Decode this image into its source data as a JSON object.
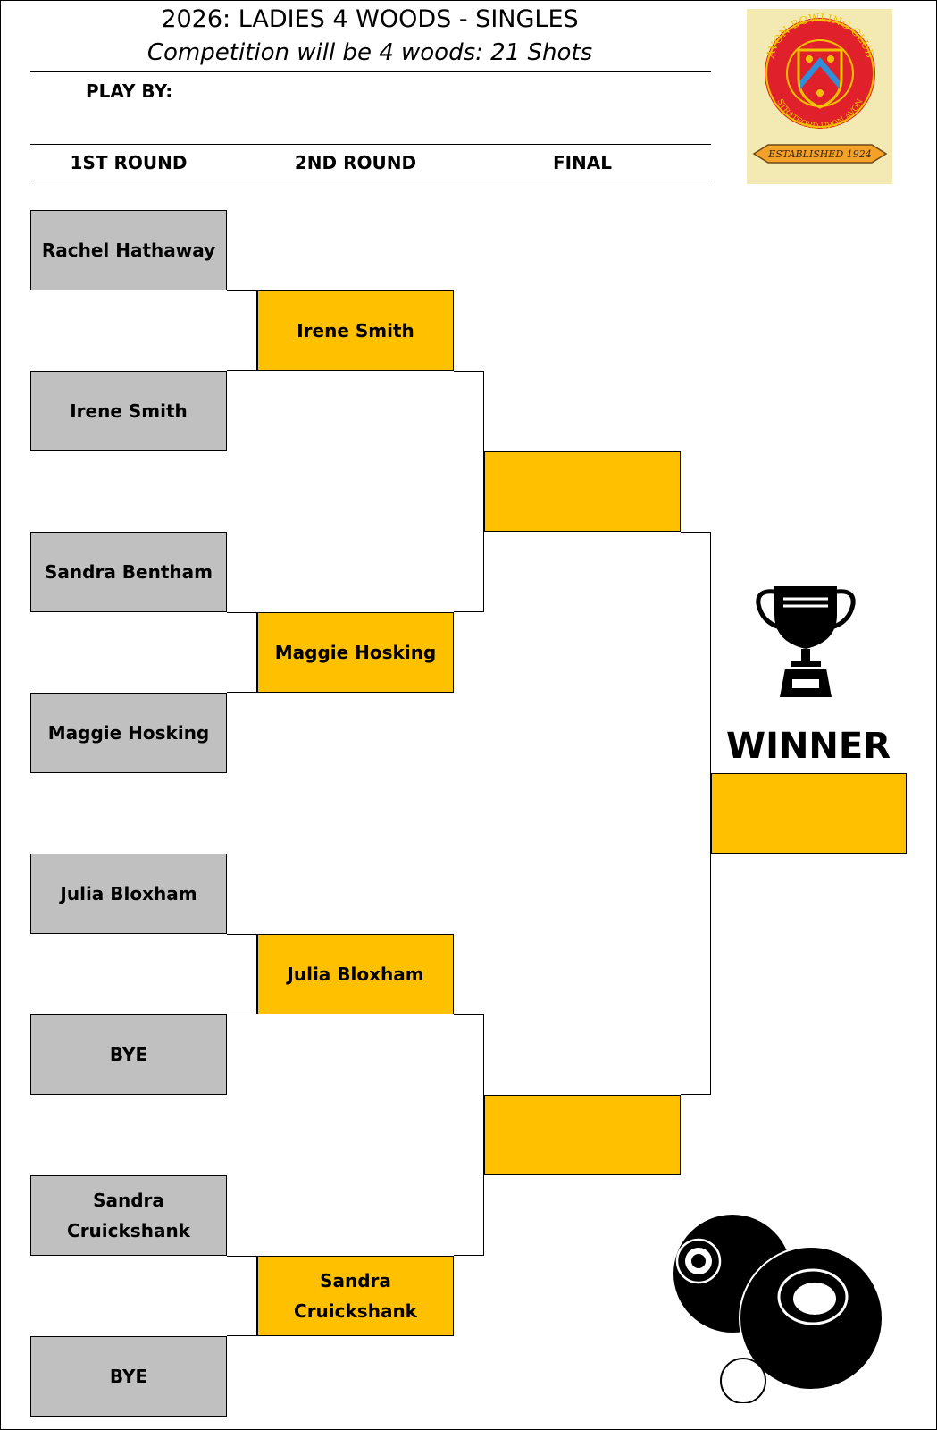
{
  "header": {
    "title": "2026: LADIES 4 WOODS - SINGLES",
    "subtitle": "Competition will be 4 woods: 21 Shots",
    "play_by_label": "PLAY BY:"
  },
  "rounds": {
    "round1_label": "1ST ROUND",
    "round2_label": "2ND ROUND",
    "final_label": "FINAL"
  },
  "round1": [
    "Rachel Hathaway",
    "Irene Smith",
    "Sandra Bentham",
    "Maggie Hosking",
    "Julia Bloxham",
    "BYE",
    "Sandra Cruickshank",
    "BYE"
  ],
  "round2": [
    "Irene Smith",
    "Maggie Hosking",
    "Julia Bloxham",
    "Sandra Cruickshank"
  ],
  "final": [
    "",
    ""
  ],
  "winner": {
    "label": "WINNER",
    "name": ""
  },
  "logo": {
    "club_name": "AVON BOWLING CLUB",
    "location": "STRATFORD UPON AVON",
    "established": "ESTABLISHED 1924"
  },
  "icons": {
    "trophy": "trophy-icon",
    "bowls": "bowls-icon"
  },
  "colors": {
    "round1_fill": "#c0c0c0",
    "advance_fill": "#ffc000",
    "logo_background": "#f3e9b3",
    "logo_ring": "#e0202a"
  }
}
